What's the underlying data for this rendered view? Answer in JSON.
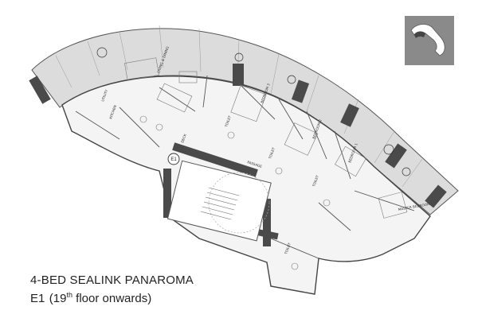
{
  "plan": {
    "title": "4-BED SEALINK PANAROMA",
    "unit_code": "E1",
    "floor_prefix": "(19",
    "floor_sup": "th",
    "floor_suffix": " floor onwards)",
    "room_labels": [
      "LIVING & DINING",
      "KITCHEN",
      "BEDROOM 3",
      "BEDROOM 2",
      "BEDROOM 1",
      "MASTER BEDROOM",
      "TOILET",
      "TOILET",
      "TOILET",
      "TOILET",
      "PASSAGE",
      "UTILITY",
      "DECK",
      "E1"
    ],
    "colors": {
      "wall": "#4a4a4a",
      "deck": "#d9d9d9",
      "floor": "#f4f4f4",
      "key_bg": "#8a8a8a",
      "key_shape": "#ffffff"
    },
    "icons": [
      "key-plan-thumbnail",
      "north-compass-icon",
      "tree-icon"
    ]
  }
}
